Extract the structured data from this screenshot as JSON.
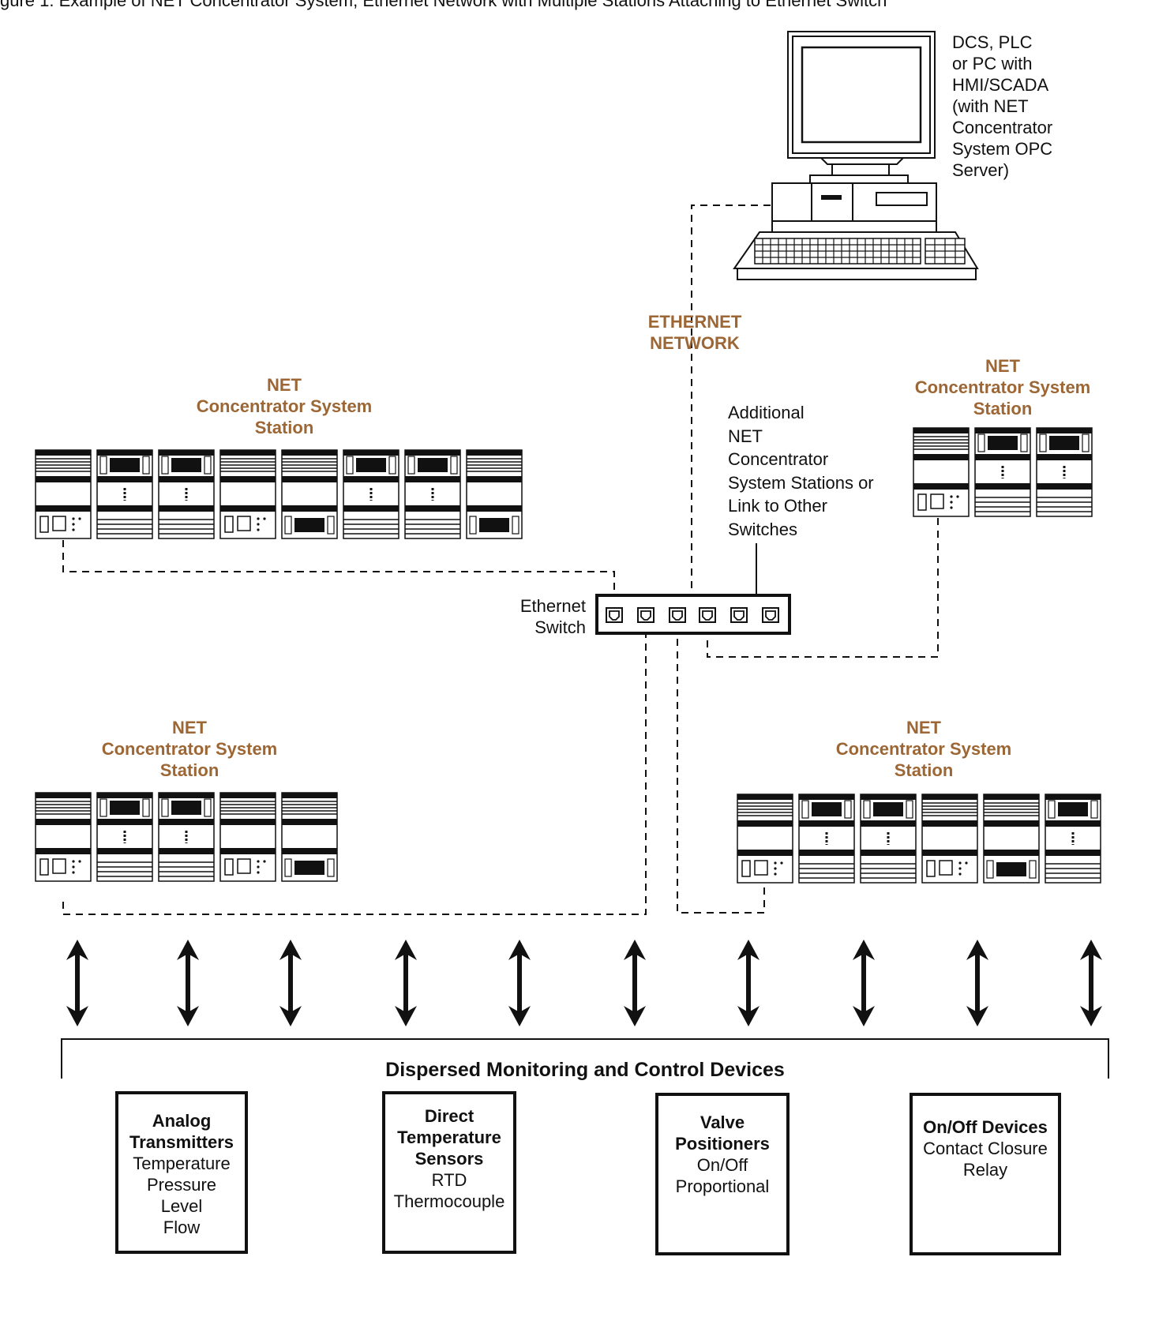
{
  "caption": "gure 1. Example of NET Concentrator System, Ethernet Network with Multiple Stations Attaching to Ethernet Switch",
  "computer_label": "DCS, PLC\nor PC with\nHMI/SCADA\n(with NET\nConcentrator\nSystem OPC\nServer)",
  "network_label": "ETHERNET\nNETWORK",
  "switch_label": "Ethernet\nSwitch",
  "additional_label": "Additional\nNET\nConcentrator\nSystem Stations or\nLink to Other\nSwitches",
  "station_label": "NET\nConcentrator System\nStation",
  "bus_title": "Dispersed Monitoring and Control Devices",
  "devices": [
    {
      "title": "Analog\nTransmitters",
      "sub": "Temperature\nPressure\nLevel\nFlow"
    },
    {
      "title": "Direct\nTemperature\nSensors",
      "sub": "RTD\nThermocouple"
    },
    {
      "title": "Valve\nPositioners",
      "sub": "On/Off\nProportional"
    },
    {
      "title": "On/Off  Devices",
      "sub": "Contact Closure\nRelay"
    }
  ],
  "colors": {
    "accent": "#9c6635",
    "line": "#111111"
  }
}
